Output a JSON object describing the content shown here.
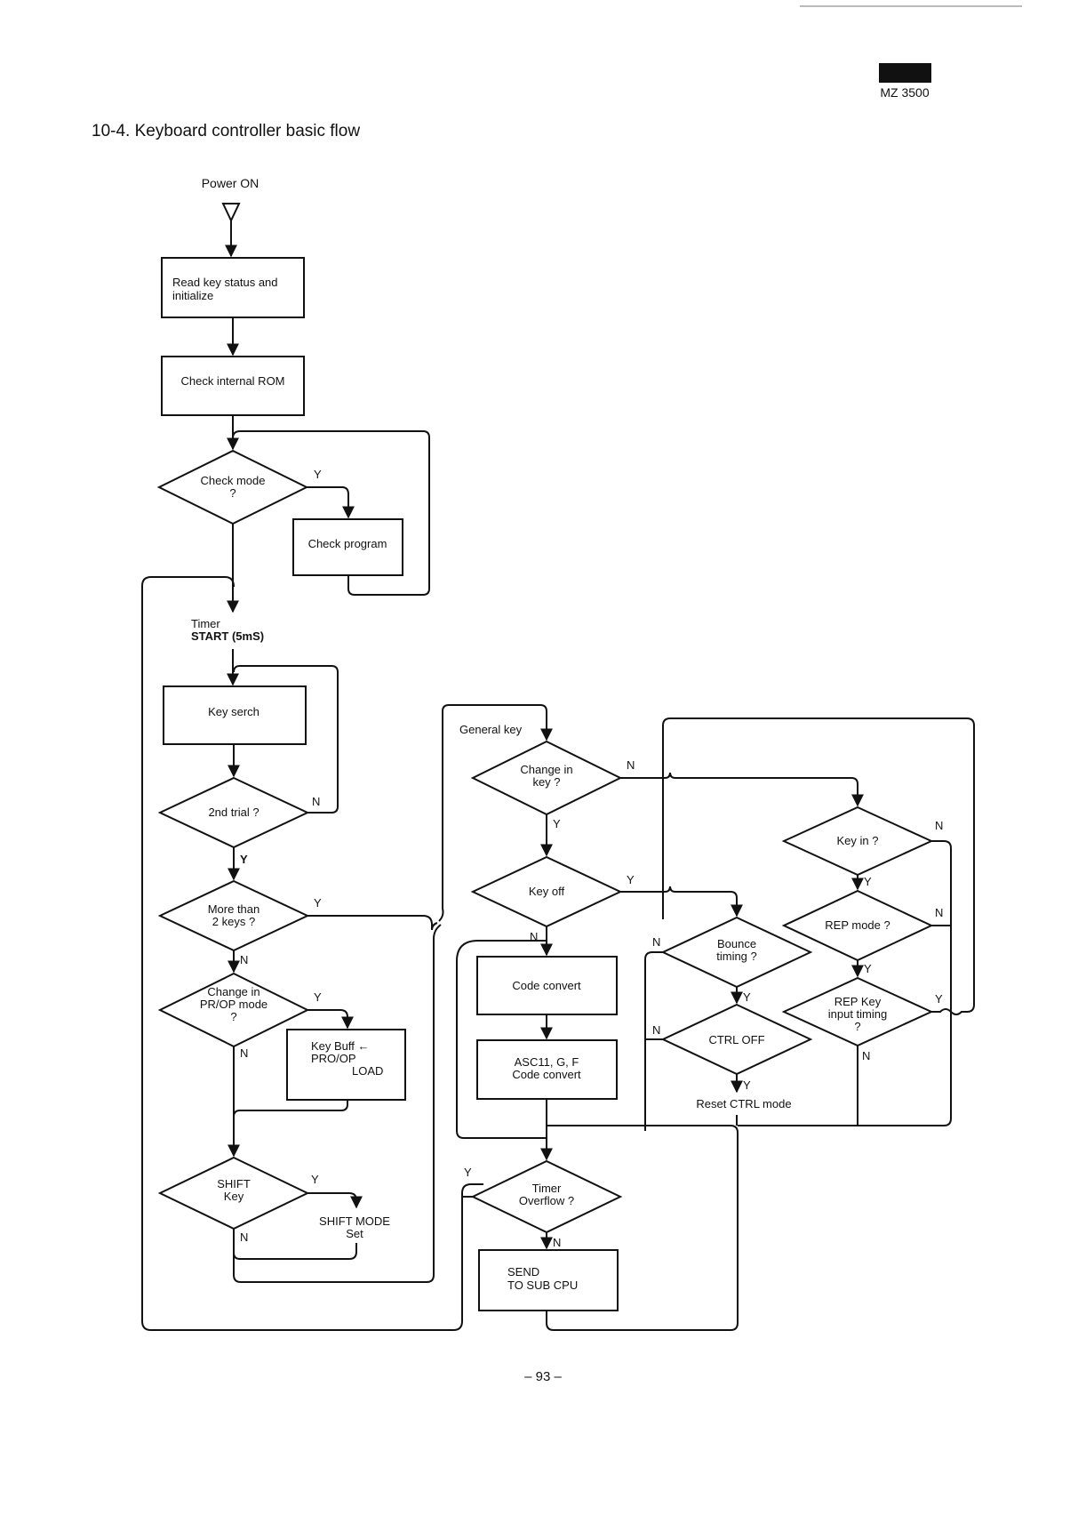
{
  "header": {
    "model": "MZ 3500",
    "section_title": "10-4.  Keyboard controller basic flow",
    "page_number": "– 93 –"
  },
  "nodes": {
    "power_on": "Power ON",
    "read_key_status": [
      "Read key status and",
      "initialize"
    ],
    "check_internal_rom": "Check internal ROM",
    "check_mode": [
      "Check mode",
      "?"
    ],
    "check_program": "Check program",
    "timer_start": [
      "Timer",
      "START (5mS)"
    ],
    "key_search": "Key serch",
    "second_trial": "2nd trial ?",
    "more_than_2_keys": [
      "More than",
      "2 keys ?"
    ],
    "change_prop_mode": [
      "Change in",
      "PR/OP mode",
      "?"
    ],
    "key_buff": [
      "Key Buff ←",
      "PRO/OP",
      "LOAD"
    ],
    "shift_key": [
      "SHIFT",
      "Key"
    ],
    "shift_mode_set": [
      "SHIFT MODE",
      "Set"
    ],
    "general_key": "General key",
    "change_in_key": [
      "Change in",
      "key ?"
    ],
    "key_off": "Key off",
    "code_convert": "Code convert",
    "ascii_code_convert": [
      "ASC11, G, F",
      "Code convert"
    ],
    "bounce_timing": [
      "Bounce",
      "timing ?"
    ],
    "ctrl_off": "CTRL  OFF",
    "reset_ctrl_mode": "Reset CTRL mode",
    "key_in": "Key in ?",
    "rep_mode": "REP mode ?",
    "rep_key_input_timing": [
      "REP Key",
      "input timing",
      "?"
    ],
    "timer_overflow": [
      "Timer",
      "Overflow ?"
    ],
    "send_to_sub_cpu": [
      "SEND",
      "TO SUB CPU"
    ]
  },
  "branch_labels": {
    "yes": "Y",
    "no": "N"
  }
}
